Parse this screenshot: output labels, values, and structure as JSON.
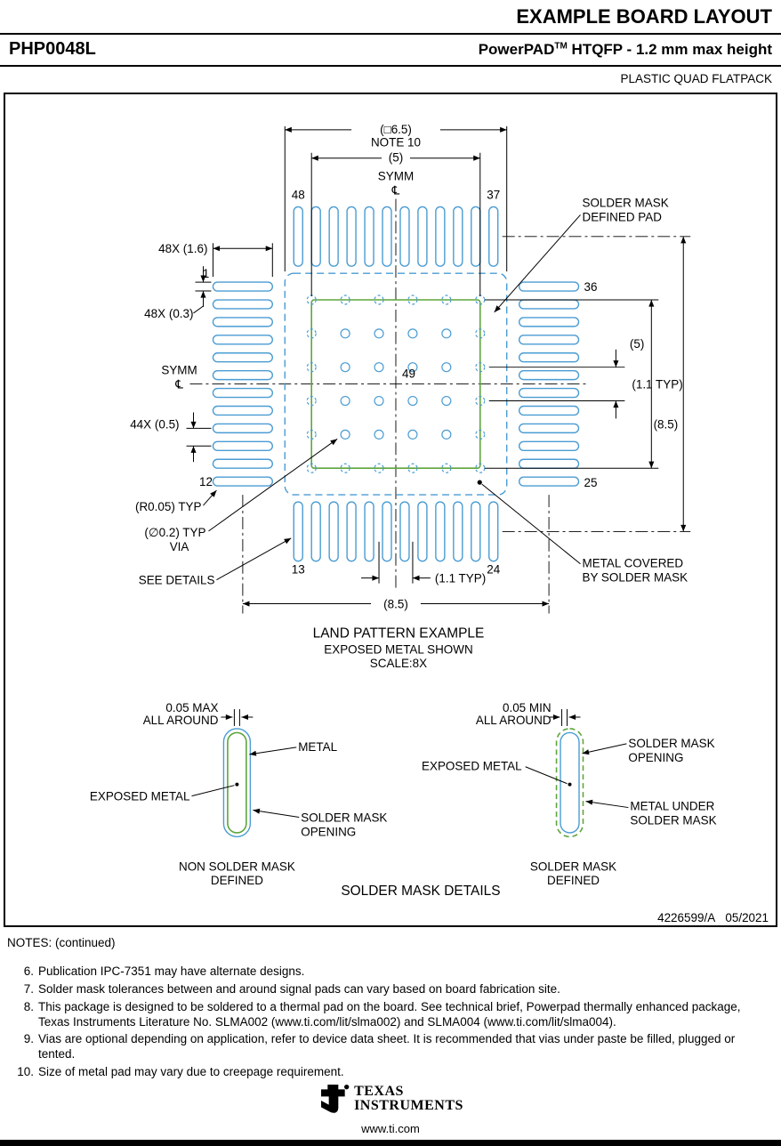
{
  "colors": {
    "pad_blue": "#4a9cd3",
    "metal_green": "#5fa53c"
  },
  "header": {
    "title": "EXAMPLE BOARD LAYOUT",
    "part_number": "PHP0048L",
    "package_brand": "PowerPAD",
    "package_tm": "TM",
    "package_desc": " HTQFP - 1.2 mm max height",
    "package_family": "PLASTIC QUAD FLATPACK"
  },
  "diagram": {
    "dim_65": "(□6.5)",
    "note_10": "NOTE 10",
    "dim_5_top": "(5)",
    "symm_top": "SYMM",
    "symm_left": "SYMM",
    "centerline": "℄",
    "pins": {
      "p1": "1",
      "p12": "12",
      "p13": "13",
      "p24": "24",
      "p25": "25",
      "p36": "36",
      "p37": "37",
      "p48": "48",
      "p49": "49"
    },
    "dim_48x_16": "48X (1.6)",
    "dim_48x_03": "48X (0.3)",
    "dim_44x_05": "44X (0.5)",
    "r005_typ": "(R0.05) TYP",
    "via_02_typ": "(∅0.2) TYP",
    "via_label": "VIA",
    "see_details": "SEE DETAILS",
    "solder_mask_defined_pad_1": "SOLDER MASK",
    "solder_mask_defined_pad_2": "DEFINED PAD",
    "metal_covered_1": "METAL COVERED",
    "metal_covered_2": "BY SOLDER MASK",
    "dim_5_right": "(5)",
    "dim_11_right": "(1.1 TYP)",
    "dim_85_right": "(8.5)",
    "dim_11_bottom": "(1.1 TYP)",
    "dim_85_bottom": "(8.5)",
    "caption_title": "LAND PATTERN EXAMPLE",
    "caption_sub": "EXPOSED METAL SHOWN",
    "caption_scale": "SCALE:8X",
    "doc_number": "4226599/A   05/2021"
  },
  "details": {
    "title": "SOLDER MASK DETAILS",
    "left": {
      "tol_1": "0.05 MAX",
      "tol_2": "ALL AROUND",
      "metal": "METAL",
      "exposed_metal": "EXPOSED METAL",
      "opening_1": "SOLDER MASK",
      "opening_2": "OPENING",
      "caption_1": "NON SOLDER MASK",
      "caption_2": "DEFINED"
    },
    "right": {
      "tol_1": "0.05 MIN",
      "tol_2": "ALL AROUND",
      "opening_1": "SOLDER MASK",
      "opening_2": "OPENING",
      "exposed_metal": "EXPOSED METAL",
      "under_1": "METAL UNDER",
      "under_2": "SOLDER MASK",
      "caption_1": "SOLDER MASK",
      "caption_2": "DEFINED"
    }
  },
  "notes": {
    "heading": "NOTES: (continued)",
    "items": [
      {
        "num": "6.",
        "text": "Publication IPC-7351 may have alternate designs."
      },
      {
        "num": "7.",
        "text": "Solder mask tolerances between and around signal pads can vary based on board fabrication site."
      },
      {
        "num": "8.",
        "text": "This package is designed to be soldered to a thermal pad on the board. See technical brief, Powerpad thermally enhanced package, Texas Instruments Literature No. SLMA002 (www.ti.com/lit/slma002) and SLMA004 (www.ti.com/lit/slma004)."
      },
      {
        "num": "9.",
        "text": "Vias are optional depending on application, refer to device data sheet. It is recommended that vias under paste be filled, plugged or tented."
      },
      {
        "num": "10.",
        "text": "Size of metal pad may vary due to creepage requirement."
      }
    ]
  },
  "footer": {
    "logo_line1": "Texas",
    "logo_line2": "Instruments",
    "website": "www.ti.com"
  }
}
